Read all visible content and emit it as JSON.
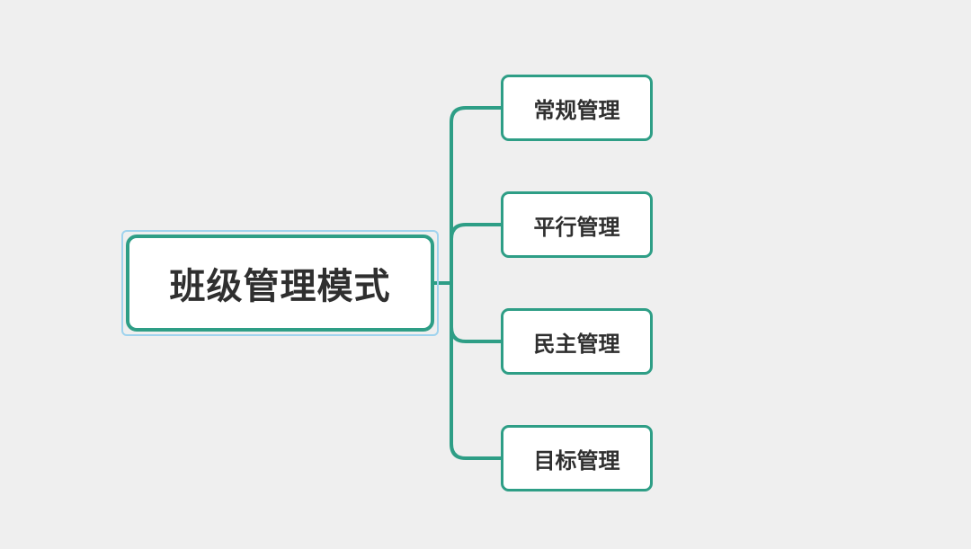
{
  "mindmap": {
    "root": {
      "label": "班级管理模式"
    },
    "children": [
      {
        "label": "常规管理"
      },
      {
        "label": "平行管理"
      },
      {
        "label": "民主管理"
      },
      {
        "label": "目标管理"
      }
    ]
  },
  "colors": {
    "background": "#efefef",
    "node_border": "#2e9e86",
    "connector": "#2e9e86",
    "selection": "#9fd3ee",
    "text": "#2f2f2f"
  }
}
